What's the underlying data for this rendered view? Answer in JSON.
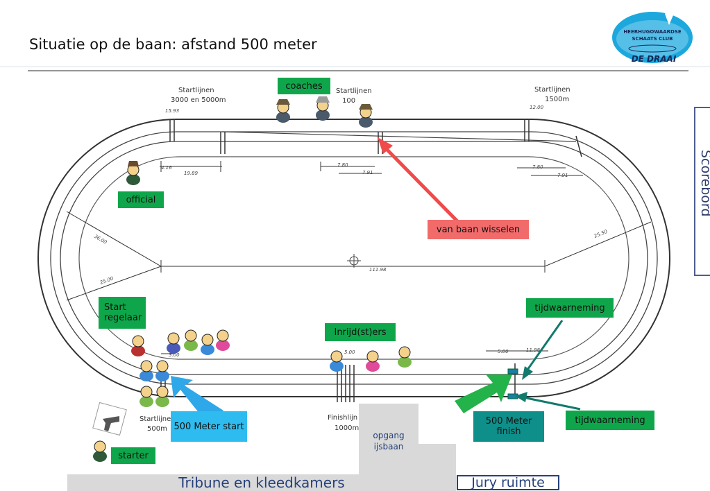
{
  "title": "Situatie op de baan: afstand 500 meter",
  "logo": {
    "line1": "HEERHUGOWAARDSE",
    "line2": "SCHAATS CLUB",
    "line3": "DE DRAAI"
  },
  "track_texts": {
    "start_3000_5000": "Startlijnen",
    "start_3000_5000_b": "3000 en 5000m",
    "start_100": "Startlijnen",
    "start_100_b": "100",
    "start_1500": "Startlijnen",
    "start_1500_b": "1500m",
    "start_500": "Startlijnen",
    "start_500_b": "500m",
    "finish": "Finishlijn",
    "finish_b": "1000m",
    "dim_1593": "15.93",
    "dim_1200": "12.00",
    "dim_416": "4.16",
    "dim_1989": "19.89",
    "dim_780a": "7.80",
    "dim_791a": "7.91",
    "dim_780b": "7.80",
    "dim_791b": "7.91",
    "dim_3600": "36.00",
    "dim_2500a": "25.00",
    "dim_2550": "25.50",
    "dim_11198": "111.98",
    "dim_300": "3.00",
    "dim_500": "5.00",
    "dim_1198": "11.98",
    "dim_500b": "5.00"
  },
  "labels": {
    "coaches": "coaches",
    "official": "official",
    "van_baan_wisselen": "van baan wisselen",
    "start_regelaar": "Start regelaar",
    "inrijders": "Inrijd(st)ers",
    "tijdwaarneming_top": "tijdwaarneming",
    "tijdwaarneming_bottom": "tijdwaarneming",
    "meter500_start": "500 Meter start",
    "meter500_finish": "500 Meter finish",
    "starter": "starter",
    "scorebord": "Scorebord",
    "tribune": "Tribune en kleedkamers",
    "jury": "Jury ruimte",
    "opgang": "opgang ijsbaan"
  },
  "colors": {
    "green": "#0fa64b",
    "red": "#f26b6b",
    "teal": "#0f8f8a",
    "blue": "#2ebcf0",
    "navy": "#27407a"
  }
}
